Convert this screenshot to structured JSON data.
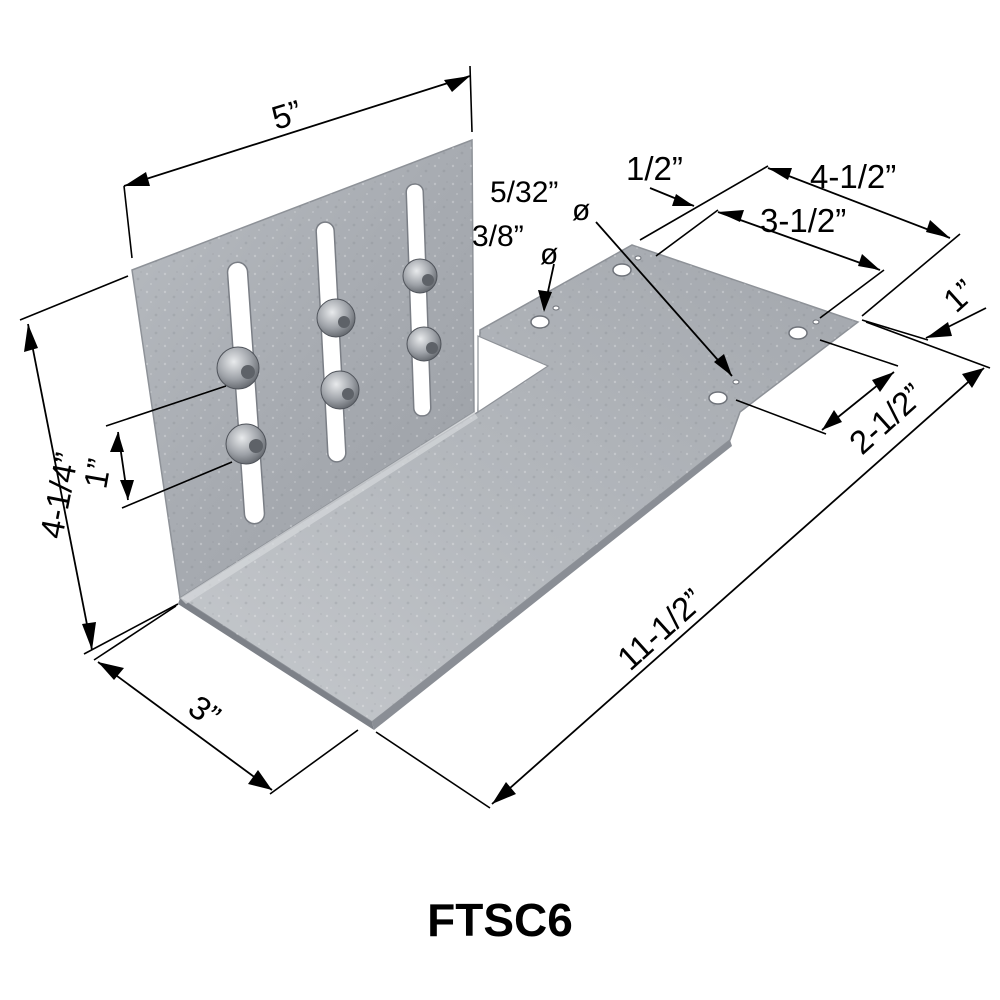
{
  "product": {
    "model": "FTSC6"
  },
  "dimensions": {
    "width_vertical_plate": "5”",
    "height_vertical_plate": "4-1/4”",
    "bolt_spacing": "1”",
    "base_width": "3”",
    "base_length": "11-1/2”",
    "offset_half": "1/2”",
    "hole_span_outer": "4-1/2”",
    "hole_span_inner": "3-1/2”",
    "edge_distance": "1”",
    "hole_row_spacing": "2-1/2”",
    "small_hole_diameter": "5/32”",
    "large_hole_diameter": "3/8”"
  },
  "symbols": {
    "diameter": "ø"
  },
  "colors": {
    "steel_light": "#c9ccd0",
    "steel_mid": "#a9adb3",
    "steel_dark": "#8a8f96",
    "ink": "#000000"
  }
}
